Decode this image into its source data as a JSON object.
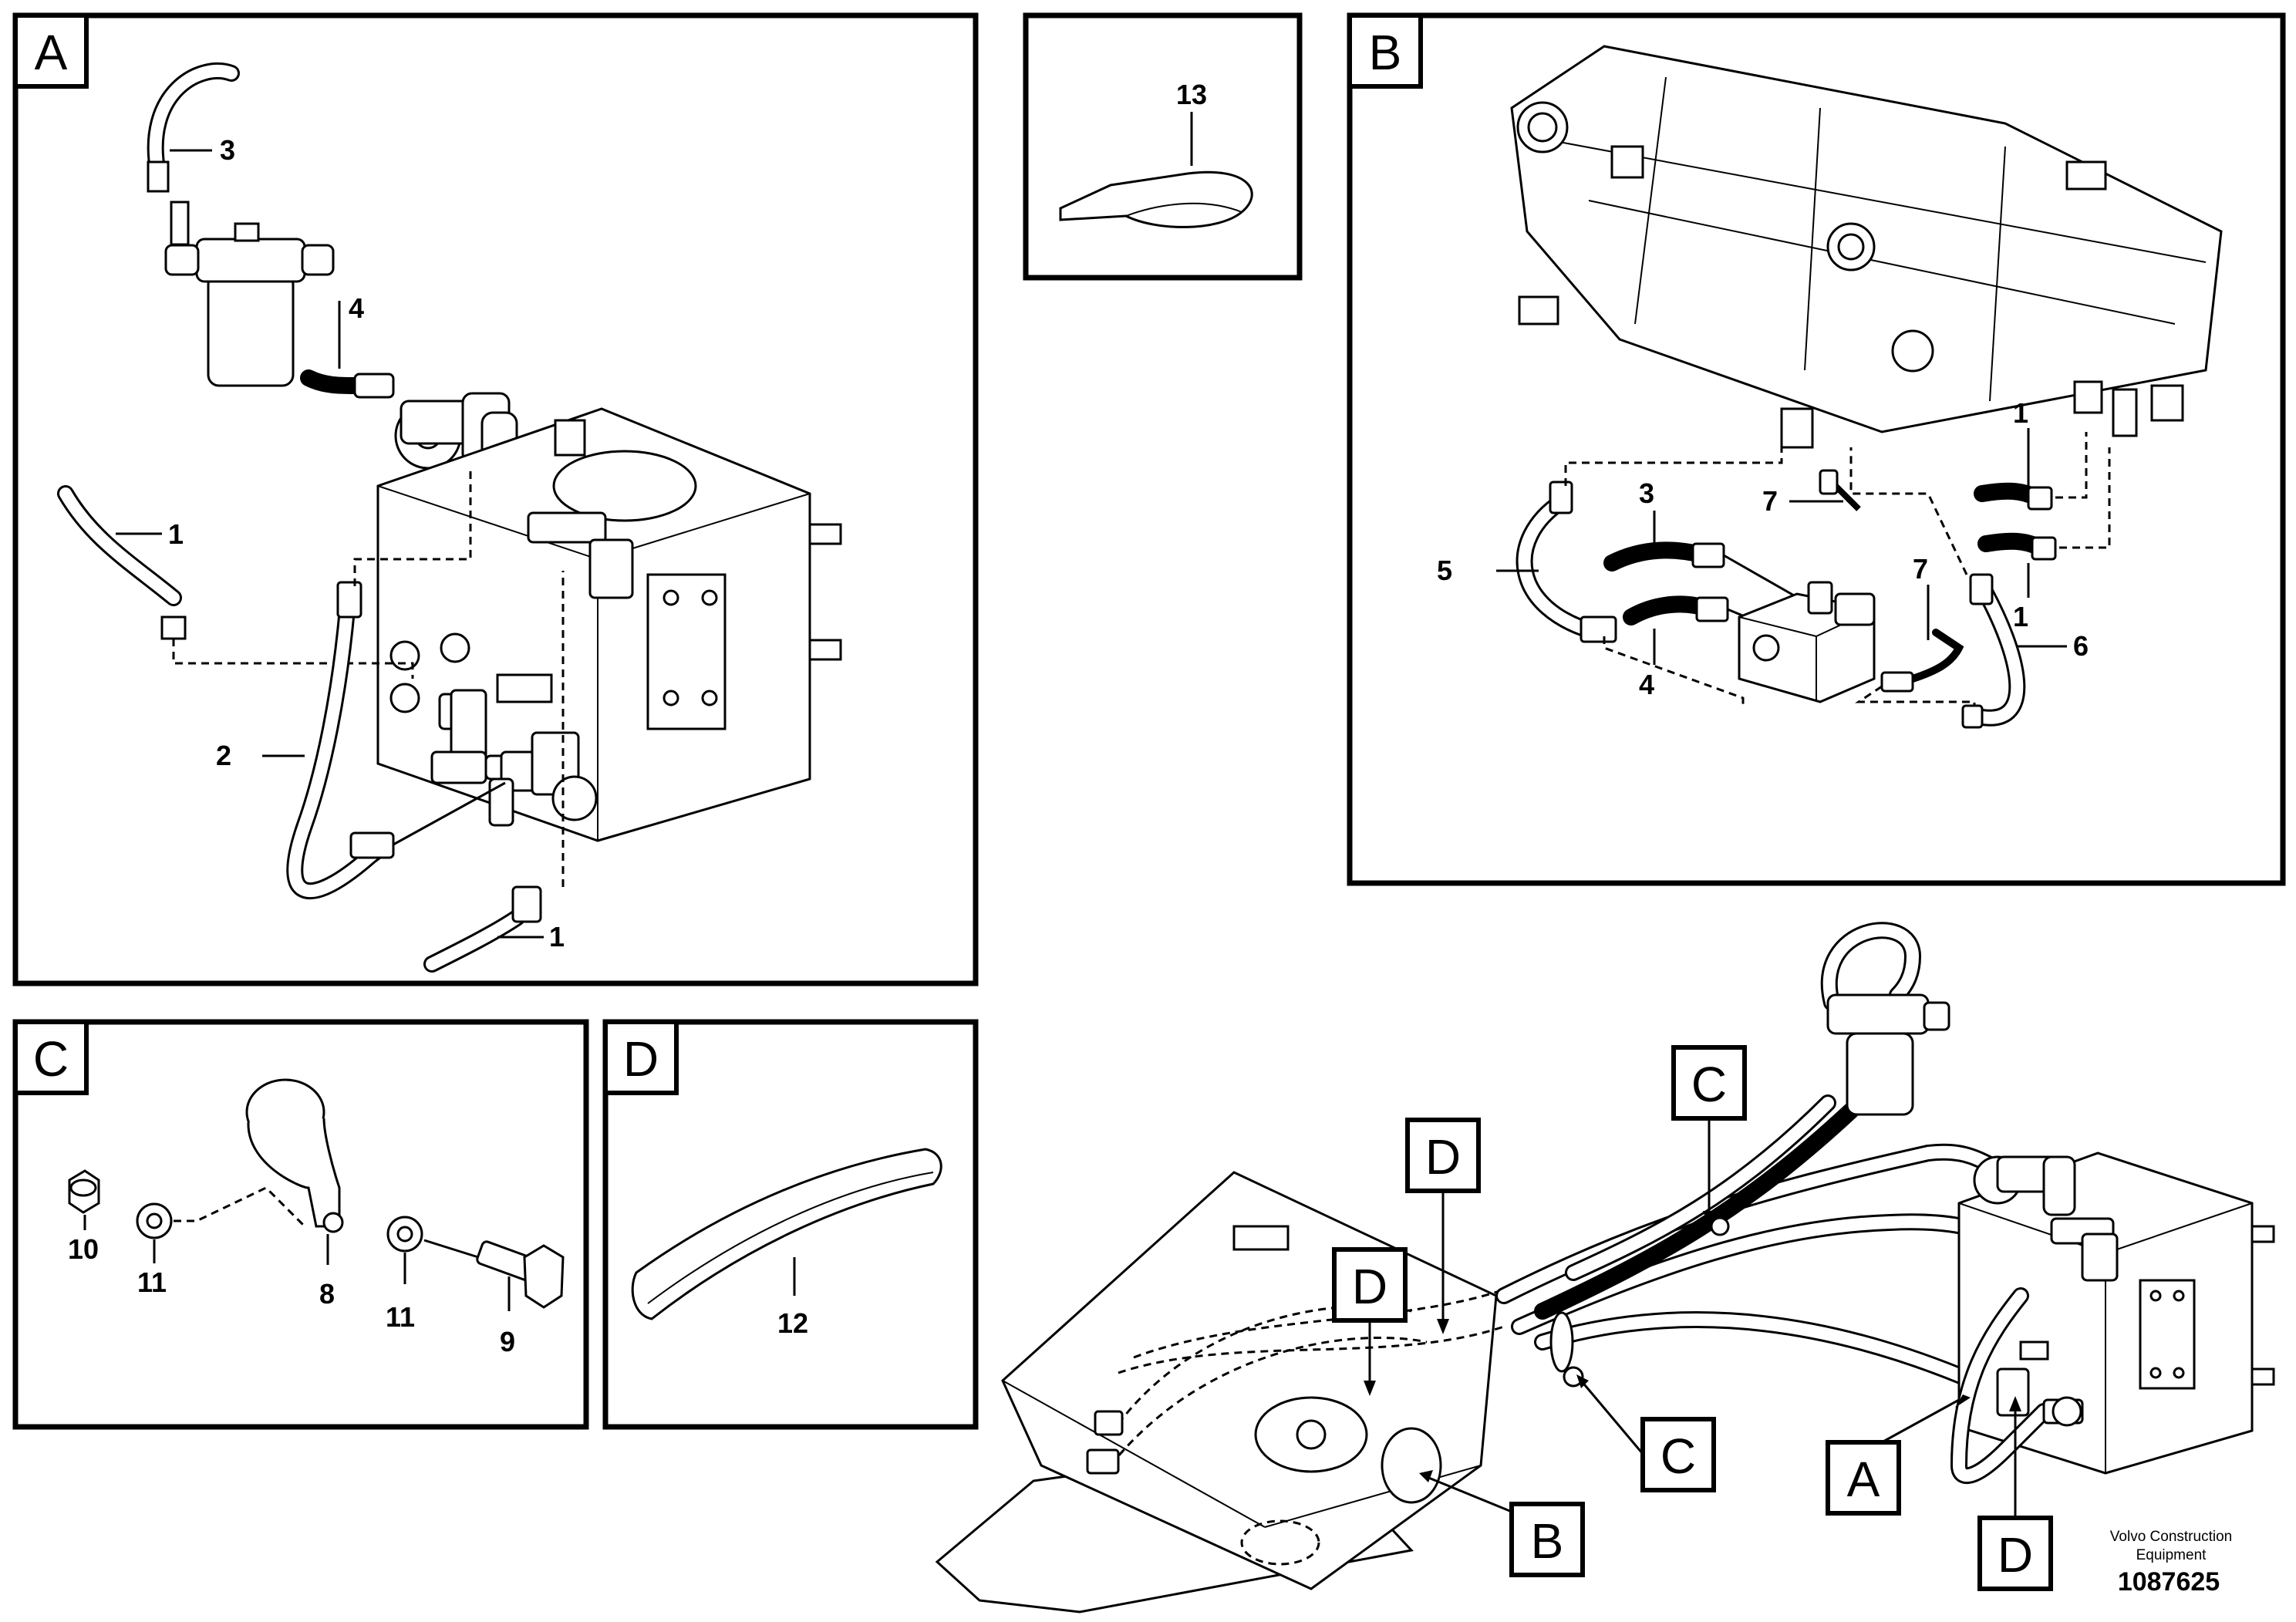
{
  "panels": {
    "a": {
      "tag": "A",
      "labels": {
        "n3": "3",
        "n4": "4",
        "n1_top": "1",
        "n2": "2",
        "n1_bottom": "1"
      }
    },
    "tie": {
      "labels": {
        "n13": "13"
      }
    },
    "b": {
      "tag": "B",
      "labels": {
        "n1_upper": "1",
        "n1_lower": "1",
        "n3": "3",
        "n7_left": "7",
        "n5": "5",
        "n4": "4",
        "n7_right": "7",
        "n6": "6"
      }
    },
    "c": {
      "tag": "C",
      "labels": {
        "n10": "10",
        "n11_left": "11",
        "n8": "8",
        "n11_right": "11",
        "n9": "9"
      }
    },
    "d": {
      "tag": "D",
      "labels": {
        "n12": "12"
      }
    }
  },
  "overview": {
    "callouts": {
      "c_top": "C",
      "d_upper": "D",
      "d_mid": "D",
      "c_mid": "C",
      "a": "A",
      "b": "B",
      "d_bottom": "D"
    }
  },
  "footer": {
    "brand": "Volvo Construction Equipment",
    "brand_line1": "Volvo Construction",
    "brand_line2": "Equipment",
    "doc_number": "1087625"
  }
}
